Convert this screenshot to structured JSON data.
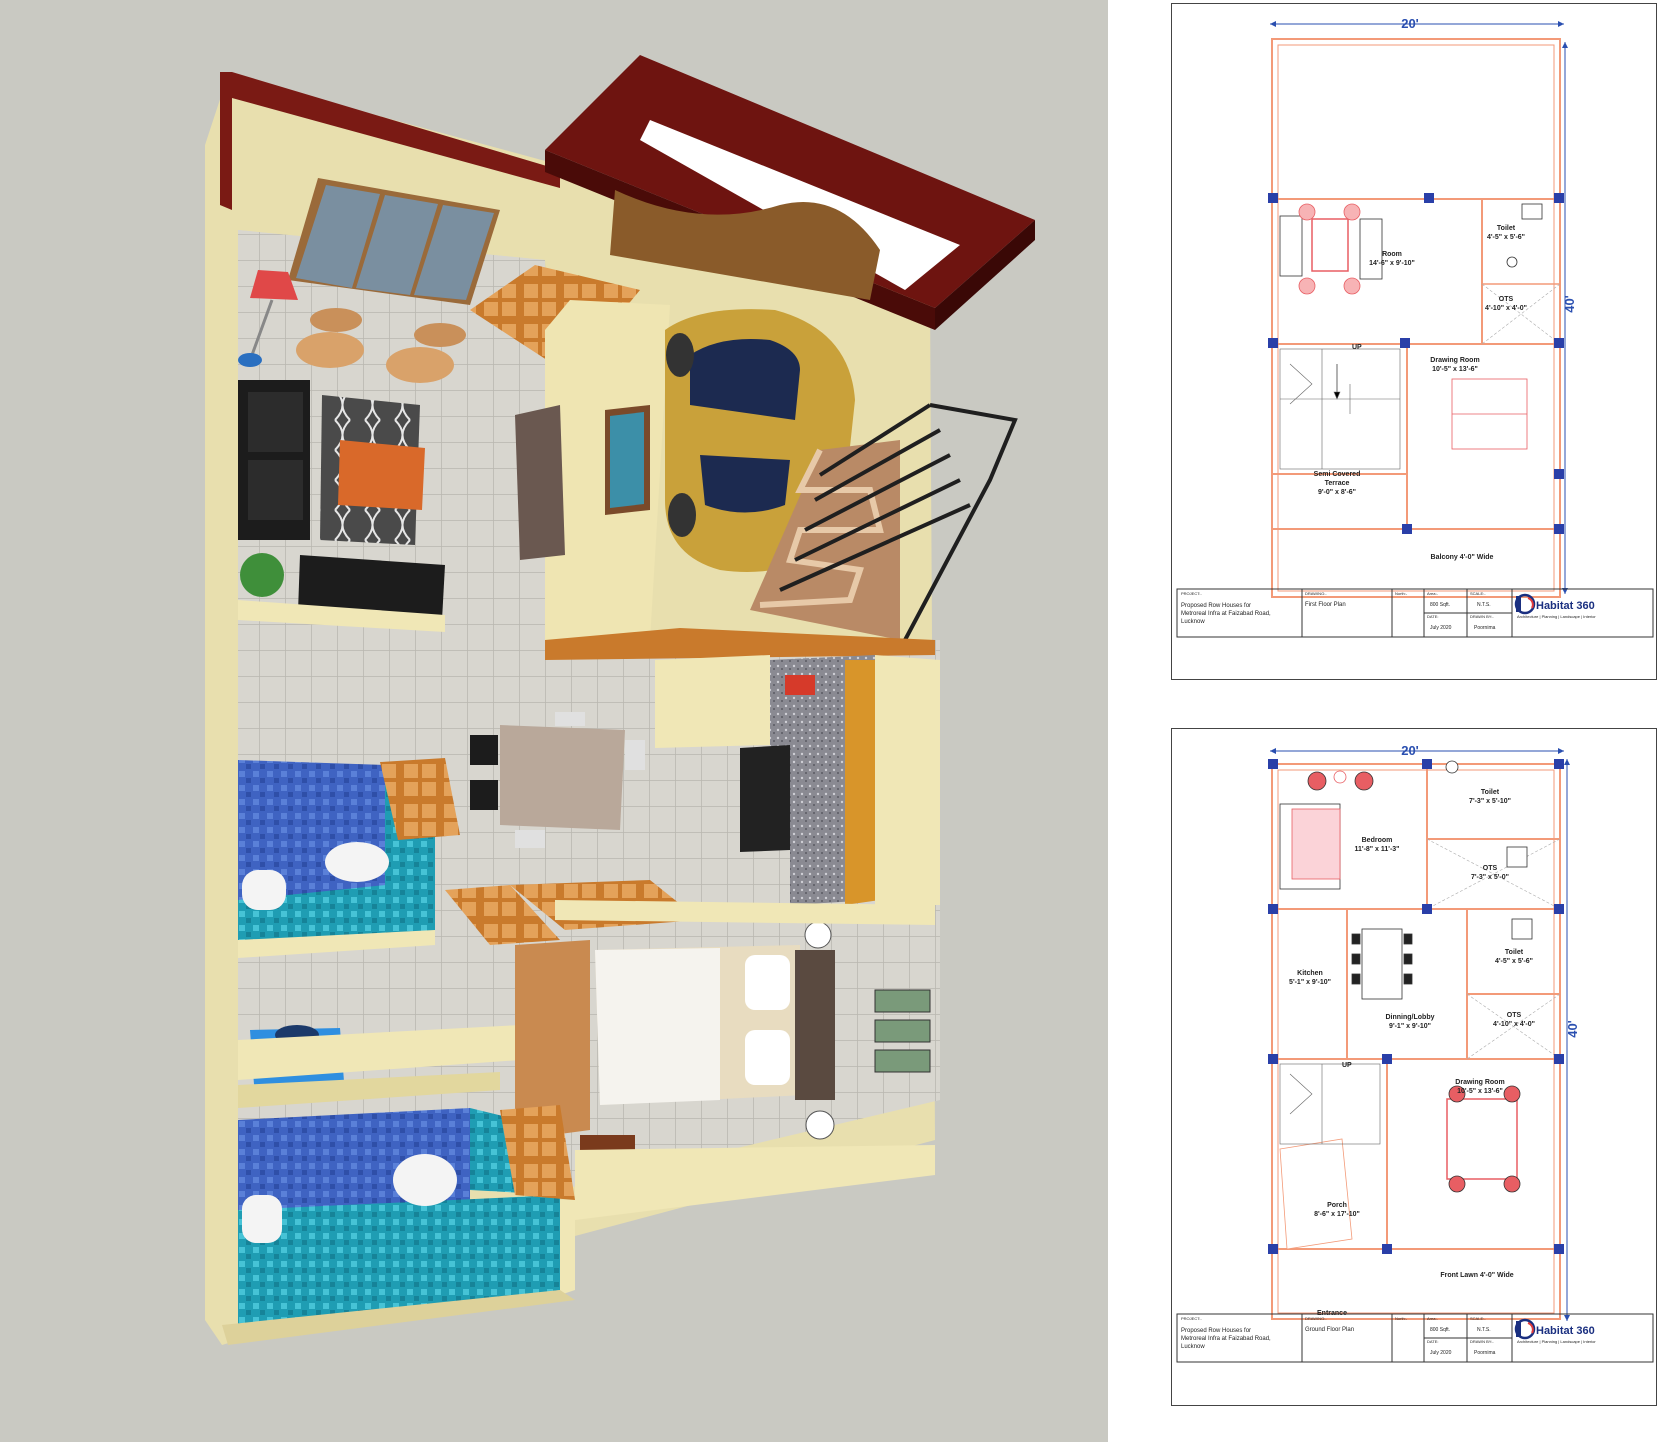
{
  "colors": {
    "render_background": "#c9c9c2",
    "wall": "#f0e7b6",
    "roof": "#6e1410",
    "plan_wall": "#f39a78",
    "column": "#2a3fa8",
    "dimension": "#2a4fb0",
    "furniture": "#e85e63"
  },
  "first_floor": {
    "dim_width": "20'",
    "dim_height": "40'",
    "rooms": {
      "room_name": "Room",
      "room_size": "14'-6\" x 9'-10\"",
      "toilet_name": "Toilet",
      "toilet_size": "4'-5\" x 5'-6\"",
      "ots_name": "OTS",
      "ots_size": "4'-10\" x 4'-0\"",
      "up_label": "UP",
      "drawing_name": "Drawing Room",
      "drawing_size": "10'-5\" x 13'-6\"",
      "terrace_line1": "Semi Covered",
      "terrace_line2": "Terrace",
      "terrace_size": "9'-0\" x 8'-6\"",
      "balcony": "Balcony 4'-0\" Wide"
    },
    "title_block": {
      "project_label": "PROJECT:-",
      "project_line1": "Proposed Row Houses for",
      "project_line2": "Metroreal Infra at Faizabad Road,",
      "project_line3": "Lucknow",
      "drawing_label": "DRAWING:-",
      "drawing": "First Floor Plan",
      "north_label": "North:-",
      "area_label": "Area:-",
      "area": "800 Sqft.",
      "scale_label": "SCALE:-",
      "scale": "N.T.S.",
      "date_label": "DATE:",
      "date": "July 2020",
      "drawn_label": "DRAWN BY:-",
      "drawn_by": "Poornima",
      "brand": "Habitat 360",
      "tagline": "Architecture | Planning | Landscape | Interior"
    }
  },
  "ground_floor": {
    "dim_width": "20'",
    "dim_height": "40'",
    "rooms": {
      "bedroom_name": "Bedroom",
      "bedroom_size": "11'-8\" x 11'-3\"",
      "toilet1_name": "Toilet",
      "toilet1_size": "7'-3\" x 5'-10\"",
      "ots1_name": "OTS",
      "ots1_size": "7'-3\" x 5'-0\"",
      "kitchen_name": "Kitchen",
      "kitchen_size": "5'-1\" x 9'-10\"",
      "dining_name": "Dinning/Lobby",
      "dining_size": "9'-1\" x 9'-10\"",
      "toilet2_name": "Toilet",
      "toilet2_size": "4'-5\" x 5'-6\"",
      "ots2_name": "OTS",
      "ots2_size": "4'-10\" x 4'-0\"",
      "up_label": "UP",
      "drawing_name": "Drawing Room",
      "drawing_size": "10'-5\" x 13'-6\"",
      "porch_name": "Porch",
      "porch_size": "8'-6\" x 17'-10\"",
      "lawn": "Front Lawn 4'-0\" Wide",
      "entrance": "Entrance"
    },
    "title_block": {
      "project_label": "PROJECT:-",
      "project_line1": "Proposed Row Houses for",
      "project_line2": "Metroreal Infra at Faizabad Road,",
      "project_line3": "Lucknow",
      "drawing_label": "DRAWING:-",
      "drawing": "Ground Floor Plan",
      "north_label": "North:-",
      "area_label": "Area:-",
      "area": "800 Sqft.",
      "scale_label": "SCALE:-",
      "scale": "N.T.S.",
      "date_label": "DATE:",
      "date": "July 2020",
      "drawn_label": "DRAWN BY:-",
      "drawn_by": "Poornima",
      "brand": "Habitat 360",
      "tagline": "Architecture | Planning | Landscape | Interior"
    }
  }
}
